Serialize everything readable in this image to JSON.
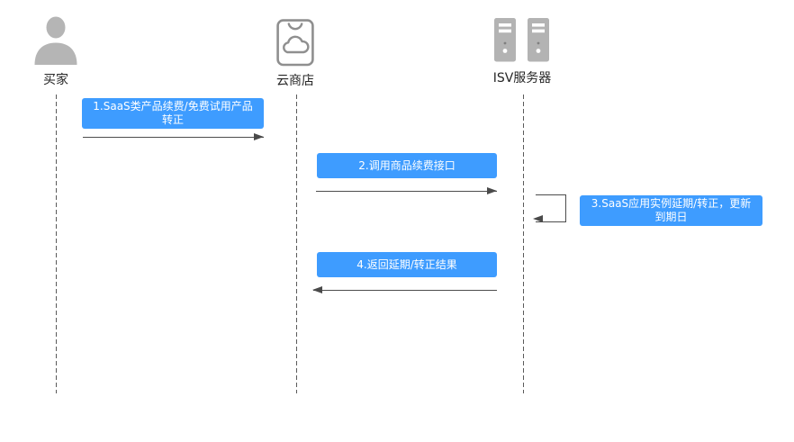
{
  "diagram": {
    "type": "sequence-diagram",
    "actors": [
      {
        "label": "买家",
        "icon": "person-icon"
      },
      {
        "label": "云商店",
        "icon": "cloud-store-bag-icon"
      },
      {
        "label": "ISV服务器",
        "icon": "server-pair-icon"
      }
    ],
    "messages": [
      {
        "label": "1.SaaS类产品续费/免费试用产品转正",
        "from": "买家",
        "to": "云商店",
        "arrow": "right"
      },
      {
        "label": "2.调用商品续费接口",
        "from": "云商店",
        "to": "ISV服务器",
        "arrow": "right"
      },
      {
        "label": "3.SaaS应用实例延期/转正，更新到期日",
        "from": "ISV服务器",
        "to": "ISV服务器",
        "arrow": "self"
      },
      {
        "label": "4.返回延期/转正结果",
        "from": "ISV服务器",
        "to": "云商店",
        "arrow": "left"
      }
    ],
    "colors": {
      "message_box": "#3E9CFF",
      "message_text": "#FFFFFF",
      "line": "#4D4D4D",
      "lifeline": "#5A5A5A",
      "icon_fill": "#B5B5B5",
      "icon_stroke": "#8F8F8F",
      "actor_label": "#262626",
      "background": "#FFFFFF"
    }
  }
}
